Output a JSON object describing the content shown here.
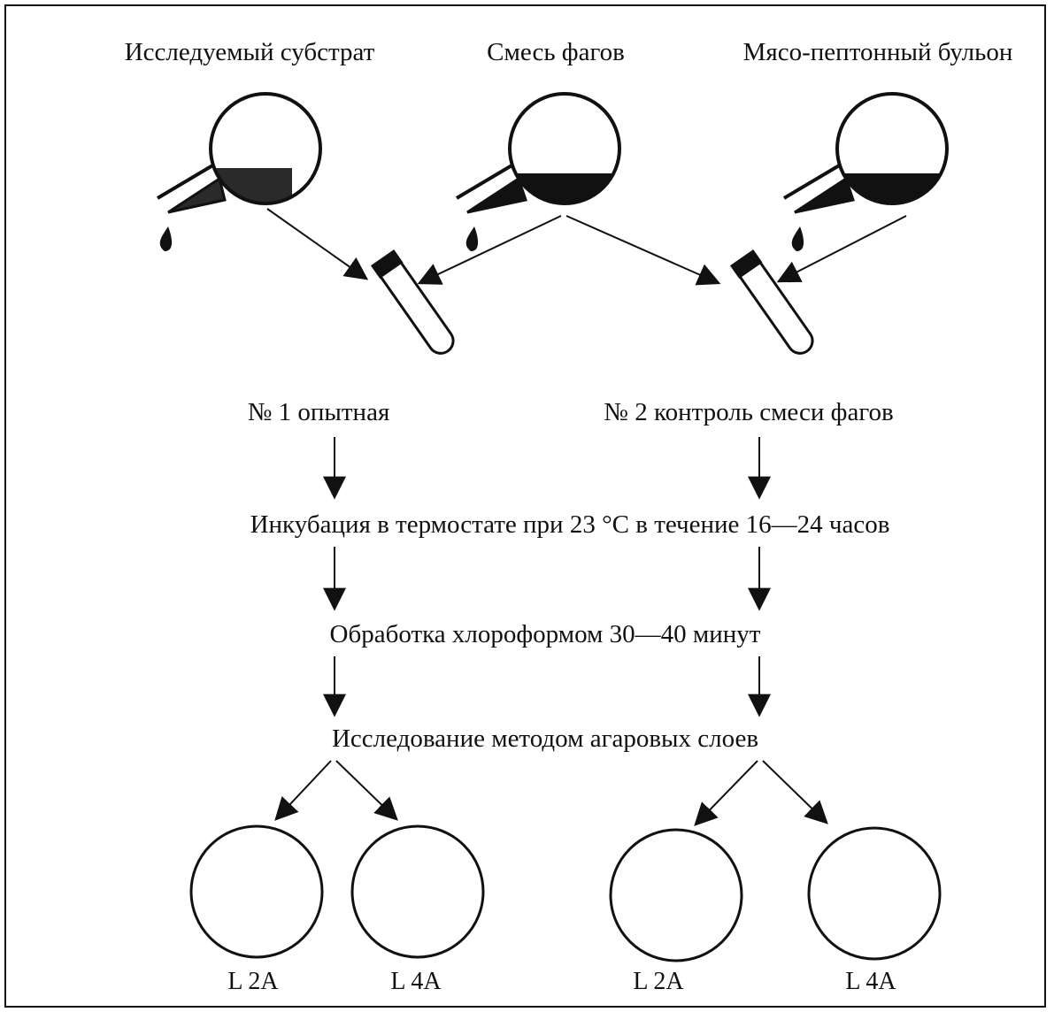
{
  "sources": {
    "substrate": "Исследуемый субстрат",
    "phage_mix": "Смесь фагов",
    "broth": "Мясо-пептонный бульон"
  },
  "tubes": {
    "experimental": "№ 1 опытная",
    "control": "№ 2 контроль смеси фагов"
  },
  "steps": {
    "incubation": "Инкубация в термостате при 23 °С в течение 16—24 часов",
    "chloroform": "Обработка хлороформом 30—40 минут",
    "agar_layers": "Исследование методом агаровых слоев"
  },
  "plates": {
    "left": [
      "L 2A",
      "L 4A"
    ],
    "right": [
      "L 2A",
      "L 4A"
    ]
  },
  "colors": {
    "ink": "#111111",
    "background": "#ffffff"
  }
}
